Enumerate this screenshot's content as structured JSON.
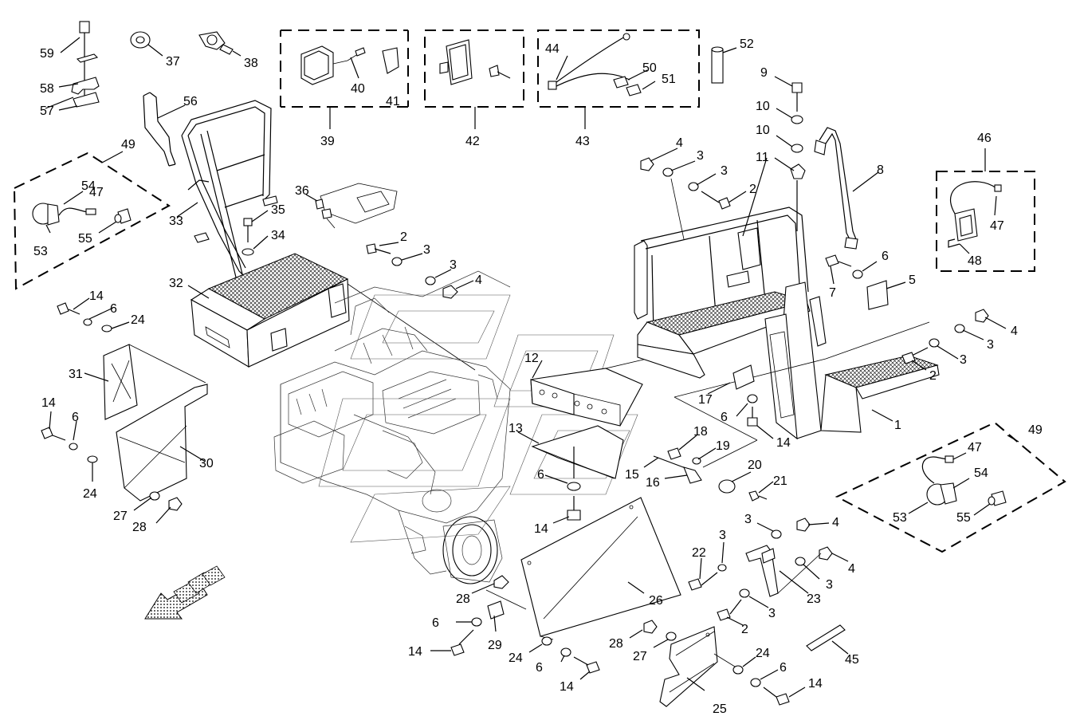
{
  "callouts": [
    "1",
    "2",
    "3",
    "4",
    "5",
    "6",
    "7",
    "8",
    "9",
    "10",
    "11",
    "12",
    "13",
    "14",
    "15",
    "16",
    "17",
    "18",
    "19",
    "20",
    "21",
    "22",
    "23",
    "24",
    "25",
    "26",
    "27",
    "28",
    "29",
    "30",
    "31",
    "32",
    "33",
    "34",
    "35",
    "36",
    "37",
    "38",
    "39",
    "40",
    "41",
    "42",
    "43",
    "44",
    "45",
    "46",
    "47",
    "48",
    "49",
    "50",
    "51",
    "52",
    "53",
    "54",
    "55",
    "56",
    "57",
    "58",
    "59"
  ]
}
